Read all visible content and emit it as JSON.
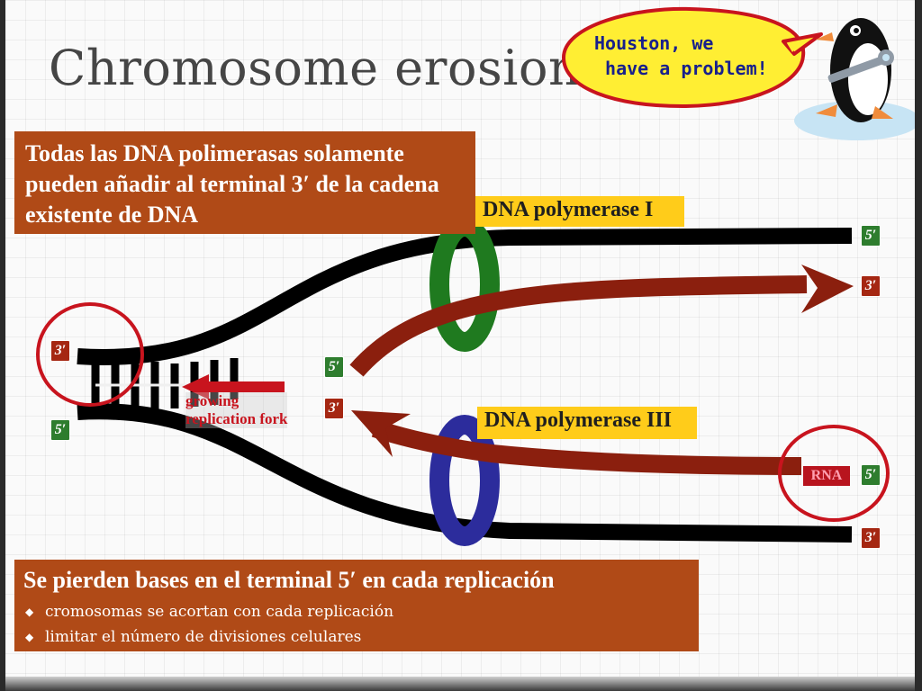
{
  "slide": {
    "title": "Chromosome erosion",
    "speech_bubble": "Houston, we\n have a problem!",
    "top_box_text": "Todas las DNA polimerasas solamente pueden añadir al terminal 3′ de la cadena existente de DNA",
    "bottom_box": {
      "heading": "Se pierden bases en el terminal 5′  en cada replicación",
      "bullets": [
        "cromosomas se acortan con cada replicación",
        "limitar el número de divisiones celulares"
      ]
    }
  },
  "diagram": {
    "polymerase_1_label": "DNA polymerase I",
    "polymerase_3_label": "DNA polymerase III",
    "fork_label": "growing\nreplication fork",
    "rna_label": "RNA",
    "end_labels": {
      "left_top": "3′",
      "left_bottom": "5′",
      "top_strand_right": "5′",
      "top_new_right": "3′",
      "top_new_left": "5′",
      "lower_new_left": "3′",
      "lower_new_right": "5′",
      "bottom_strand_right": "3′"
    },
    "colors": {
      "box_fill": "#b04a17",
      "label_fill": "#ffcc1a",
      "strand": "#000000",
      "new_strand": "#8b1f0e",
      "polymerase_1": "#1f7a1f",
      "polymerase_3": "#2c2c9c",
      "circle": "#c8141e",
      "bubble_fill": "#ffee33",
      "bubble_text": "#18208c"
    },
    "icons": [
      "speech-bubble",
      "penguin-with-wrench",
      "growing-fork-arrow"
    ]
  }
}
